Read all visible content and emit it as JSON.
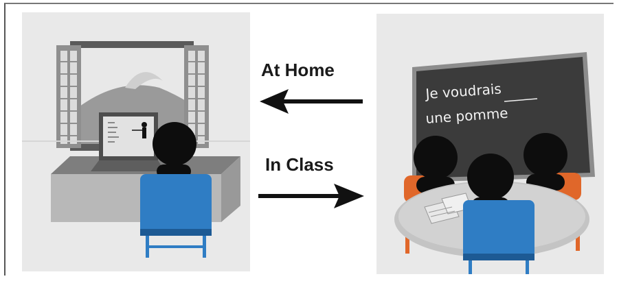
{
  "labels": {
    "at_home": "At Home",
    "in_class": "In Class"
  },
  "chalkboard": {
    "line1": "Je voudrais",
    "line2": "une pomme"
  },
  "colors": {
    "chair_blue": "#2f7dc4",
    "chair_orange": "#e0672a",
    "chalkboard": "#3b3b3b",
    "panel_bg": "#e9e9e9",
    "figure": "#0d0d0d"
  },
  "icons": {
    "left_arrow": "arrow-left-icon",
    "right_arrow": "arrow-right-icon"
  }
}
